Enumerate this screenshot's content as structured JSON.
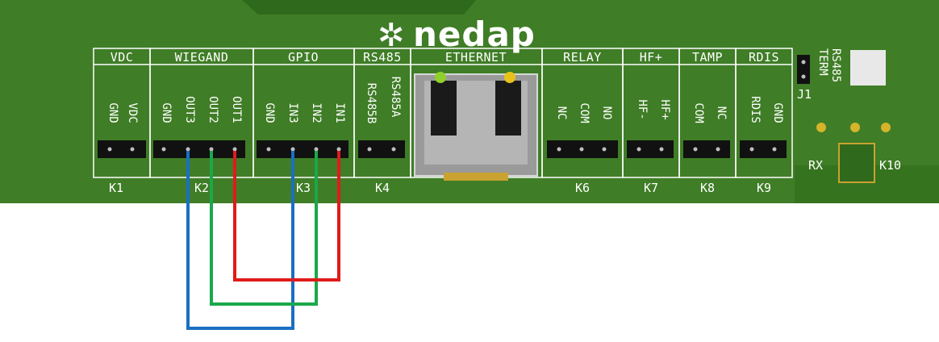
{
  "board": {
    "brand": "nedap",
    "colors": {
      "pcb": "#3f7d26",
      "silk": "#ffffff",
      "wire_blue": "#1a6fc2",
      "wire_green": "#1aa84a",
      "wire_red": "#e01b1b"
    }
  },
  "connectors": [
    {
      "header": "VDC",
      "pins": [
        "GND",
        "VDC"
      ],
      "ref": "K1"
    },
    {
      "header": "WIEGAND",
      "pins": [
        "GND",
        "OUT3",
        "OUT2",
        "OUT1"
      ],
      "ref": "K2"
    },
    {
      "header": "GPIO",
      "pins": [
        "GND",
        "IN3",
        "IN2",
        "IN1"
      ],
      "ref": "K3"
    },
    {
      "header": "RS485",
      "pins": [
        "RS485B",
        "RS485A"
      ],
      "ref": "K4"
    },
    {
      "header": "ETHERNET",
      "pins": [],
      "ref": ""
    },
    {
      "header": "RELAY",
      "pins": [
        "NC",
        "COM",
        "NO"
      ],
      "ref": "K6"
    },
    {
      "header": "HF+",
      "pins": [
        "HF-",
        "HF+"
      ],
      "ref": "K7"
    },
    {
      "header": "TAMP",
      "pins": [
        "COM",
        "NC"
      ],
      "ref": "K8"
    },
    {
      "header": "RDIS",
      "pins": [
        "RDIS",
        "GND"
      ],
      "ref": "K9"
    }
  ],
  "jumper": {
    "ref": "J1",
    "label_line1": "RS485",
    "label_line2": "TERM"
  },
  "misc_labels": {
    "rx": "RX",
    "k10": "K10"
  },
  "wires": [
    {
      "color_name": "blue",
      "from": "WIEGAND OUT3",
      "to": "GPIO IN3"
    },
    {
      "color_name": "green",
      "from": "WIEGAND OUT2",
      "to": "GPIO IN2"
    },
    {
      "color_name": "red",
      "from": "WIEGAND OUT1",
      "to": "GPIO IN1"
    }
  ]
}
